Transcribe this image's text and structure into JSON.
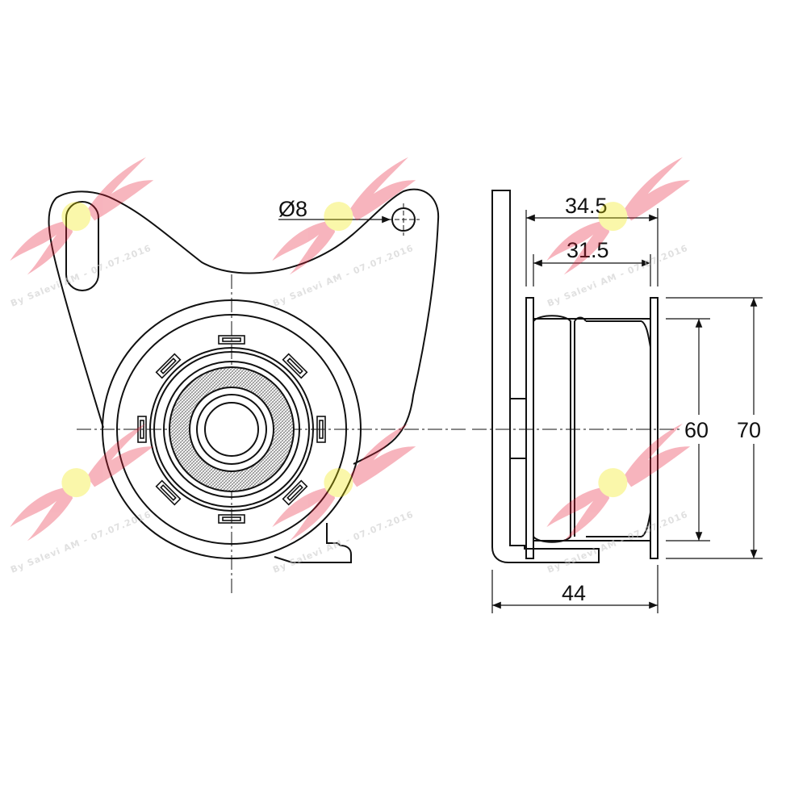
{
  "dimensions": {
    "hole_diameter": "Ø8",
    "width_outer": "34.5",
    "width_inner": "31.5",
    "roller_diameter": "60",
    "flange_diameter": "70",
    "overall_depth": "44"
  },
  "watermark": {
    "text": "By Salevi AM - 07.07.2016",
    "logo_color": "#e8203a",
    "badge_color": "#f2e800"
  },
  "colors": {
    "line": "#111111",
    "hatch": "#777777",
    "red_digit": "#c00000"
  }
}
